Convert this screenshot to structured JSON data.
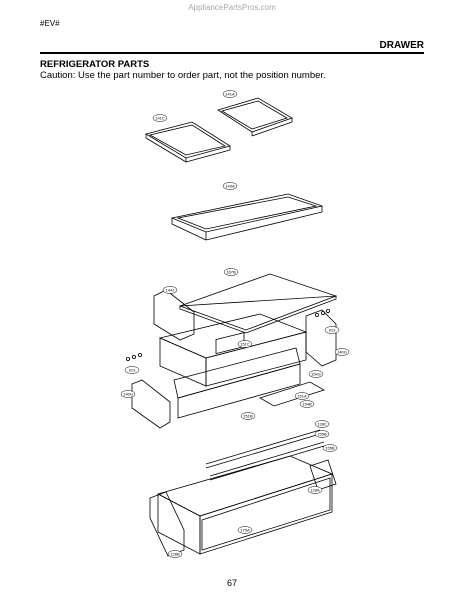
{
  "header": {
    "watermark": "AppliancePartsPros.com",
    "model": "#EV#",
    "section": "DRAWER"
  },
  "content": {
    "heading": "REFRIGERATOR PARTS",
    "caution": "Caution: Use the part number to order part, not the position number."
  },
  "diagram": {
    "callouts": [
      "141A",
      "141C",
      "143A",
      "167B",
      "144J",
      "913",
      "151C",
      "140G",
      "154G",
      "913",
      "140H",
      "151A",
      "151B",
      "154B",
      "128C",
      "155B",
      "155B",
      "128A",
      "175A",
      "128B"
    ]
  },
  "footer": {
    "page_number": "67"
  }
}
